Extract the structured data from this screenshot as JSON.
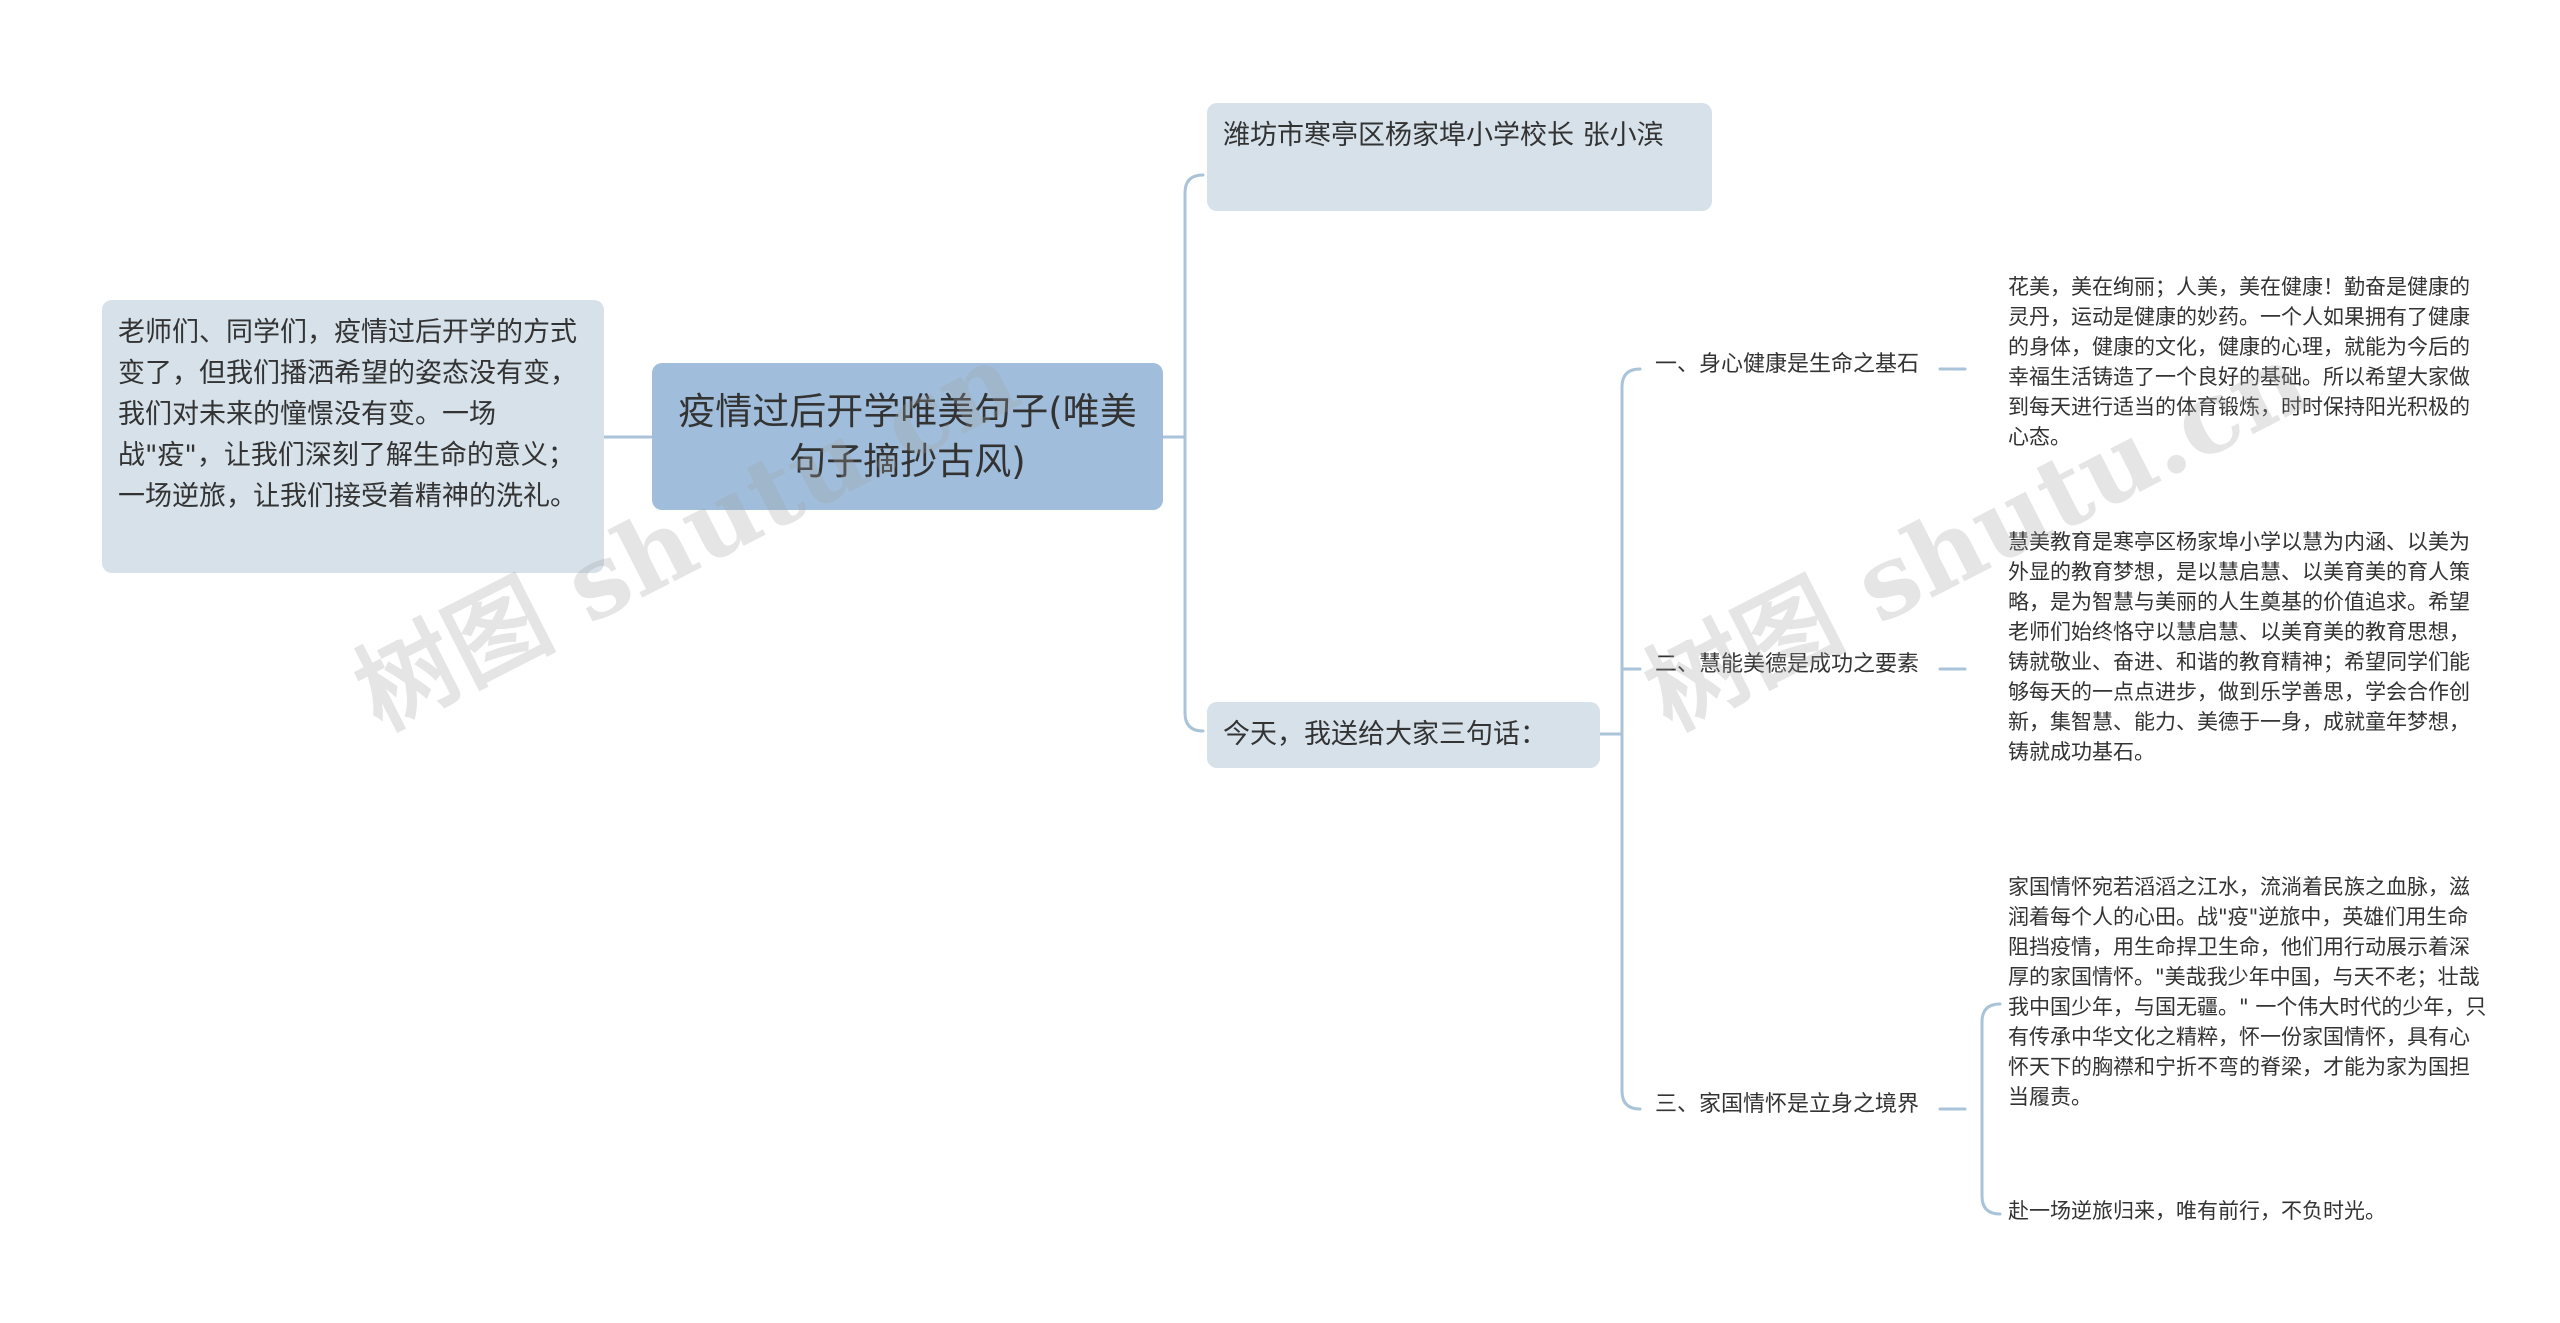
{
  "root": {
    "title": "疫情过后开学唯美句子(唯美句子摘抄古风)"
  },
  "left": {
    "text": "老师们、同学们，疫情过后开学的方式变了，但我们播洒希望的姿态没有变，我们对未来的憧憬没有变。一场战\"疫\"，让我们深刻了解生命的意义；一场逆旅，让我们接受着精神的洗礼。"
  },
  "right": {
    "author": "潍坊市寒亭区杨家埠小学校长 张小滨",
    "intro": "今天，我送给大家三句话：",
    "points": [
      {
        "label": "一、身心健康是生命之基石",
        "details": [
          "花美，美在绚丽；人美，美在健康！勤奋是健康的灵丹，运动是健康的妙药。一个人如果拥有了健康的身体，健康的文化，健康的心理，就能为今后的幸福生活铸造了一个良好的基础。所以希望大家做到每天进行适当的体育锻炼，时时保持阳光积极的心态。"
        ]
      },
      {
        "label": "二、慧能美德是成功之要素",
        "details": [
          "慧美教育是寒亭区杨家埠小学以慧为内涵、以美为外显的教育梦想，是以慧启慧、以美育美的育人策略，是为智慧与美丽的人生奠基的价值追求。希望老师们始终恪守以慧启慧、以美育美的教育思想，铸就敬业、奋进、和谐的教育精神；希望同学们能够每天的一点点进步，做到乐学善思，学会合作创新，集智慧、能力、美德于一身，成就童年梦想，铸就成功基石。"
        ]
      },
      {
        "label": "三、家国情怀是立身之境界",
        "details": [
          "家国情怀宛若滔滔之江水，流淌着民族之血脉，滋润着每个人的心田。战\"疫\"逆旅中，英雄们用生命阻挡疫情，用生命捍卫生命，他们用行动展示着深厚的家国情怀。\"美哉我少年中国，与天不老；壮哉我中国少年，与国无疆。\" 一个伟大时代的少年，只有传承中华文化之精粹，怀一份家国情怀，具有心怀天下的胸襟和宁折不弯的脊梁，才能为家为国担当履责。",
          "赴一场逆旅归来，唯有前行，不负时光。"
        ]
      }
    ]
  },
  "watermarks": [
    "树图 shutu.cn",
    "树图 shutu.cn"
  ],
  "colors": {
    "root": "#a0bedb",
    "node": "#d6e1ea",
    "line": "#a9c3d9"
  }
}
